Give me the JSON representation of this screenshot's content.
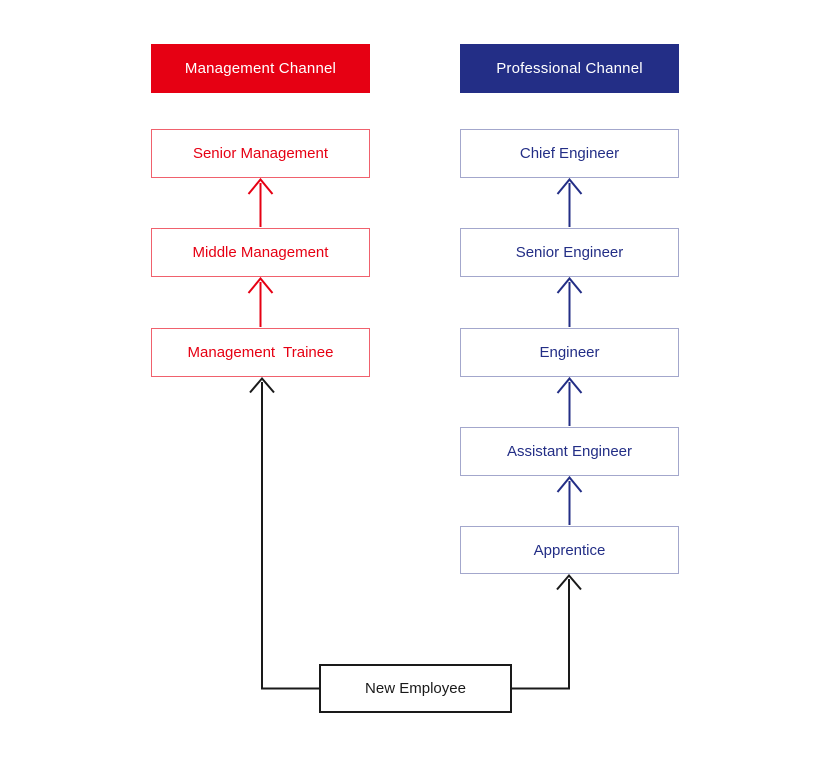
{
  "channels": {
    "management": {
      "header": "Management Channel",
      "accent": "#e60013",
      "levels": [
        "Senior Management",
        "Middle Management",
        "Management  Trainee"
      ]
    },
    "professional": {
      "header": "Professional Channel",
      "accent": "#232e86",
      "levels": [
        "Chief Engineer",
        "Senior Engineer",
        "Engineer",
        "Assistant Engineer",
        "Apprentice"
      ]
    }
  },
  "start": {
    "label": "New Employee",
    "color": "#1a1a1a"
  }
}
